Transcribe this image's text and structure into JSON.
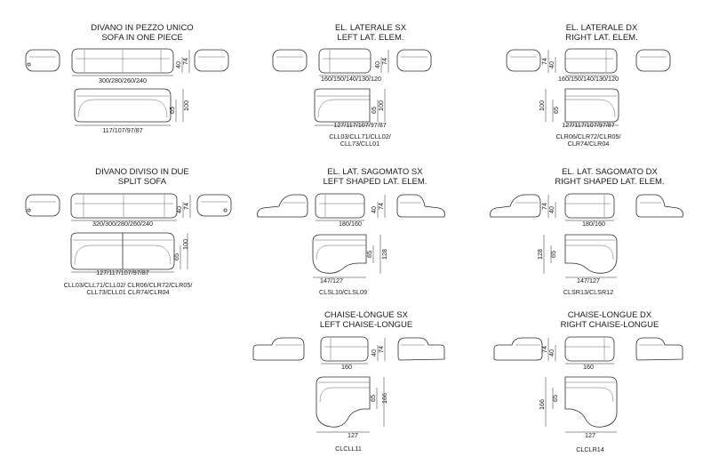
{
  "modules": [
    {
      "title_it": "DIVANO IN PEZZO UNICO",
      "title_en": "SOFA IN ONE PIECE",
      "width_dim": "300/280/260/240",
      "depth_dim": "117/107/97/87",
      "seat_h": "40",
      "back_h": "74",
      "seat_d": "65",
      "total_d": "100",
      "codes": []
    },
    {
      "title_it": "EL. LATERALE SX",
      "title_en": "LEFT LAT. ELEM.",
      "width_dim": "160/150/140/130/120",
      "depth_dim": "127/117/107/97/87",
      "seat_h": "40",
      "back_h": "74",
      "seat_d": "65",
      "total_d": "100",
      "codes": [
        "CLL03/CLL71/CLL02/",
        "CLL73/CLL01"
      ]
    },
    {
      "title_it": "EL. LATERALE DX",
      "title_en": "RIGHT LAT. ELEM.",
      "width_dim": "160/150/140/130/120",
      "depth_dim": "127/117/107/97/87",
      "seat_h": "74",
      "back_h": "40",
      "seat_d": "65",
      "total_d": "100",
      "codes": [
        "CLR06/CLR72/CLR05/",
        "CLR74/CLR04"
      ]
    },
    {
      "title_it": "DIVANO DIVISO IN DUE",
      "title_en": "SPLIT SOFA",
      "width_dim": "320/300/280/260/240",
      "depth_dim": "127/117/107/97/87",
      "seat_h": "40",
      "back_h": "74",
      "seat_d": "65",
      "total_d": "100",
      "codes": [
        "CLL03/CLL71/CLL02/ CLR06/CLR72/CLR05/",
        "CLL73/CLL01 CLR74/CLR04"
      ]
    },
    {
      "title_it": "EL. LAT. SAGOMATO SX",
      "title_en": "LEFT SHAPED LAT. ELEM.",
      "width_dim": "180/160",
      "depth_dim": "147/127",
      "seat_h": "40",
      "back_h": "74",
      "seat_d": "65",
      "total_d": "128",
      "codes": [
        "CLSL10/CLSL09"
      ]
    },
    {
      "title_it": "EL. LAT. SAGOMATO DX",
      "title_en": "RIGHT SHAPED LAT. ELEM.",
      "width_dim": "180/160",
      "depth_dim": "147/127",
      "seat_h": "74",
      "back_h": "40",
      "seat_d": "65",
      "total_d": "128",
      "codes": [
        "CLSR13/CLSR12"
      ]
    },
    {
      "title_it": "CHAISE-LONGUE SX",
      "title_en": "LEFT CHAISE-LONGUE",
      "width_dim": "160",
      "depth_dim": "127",
      "seat_h": "40",
      "back_h": "74",
      "seat_d": "65",
      "total_d": "166",
      "codes": [
        "CLCLL11"
      ]
    },
    {
      "title_it": "CHAISE-LONGUE DX",
      "title_en": "RIGHT CHAISE-LONGUE",
      "width_dim": "160",
      "depth_dim": "127",
      "seat_h": "74",
      "back_h": "40",
      "seat_d": "65",
      "total_d": "166",
      "codes": [
        "CLCLR14"
      ]
    }
  ]
}
